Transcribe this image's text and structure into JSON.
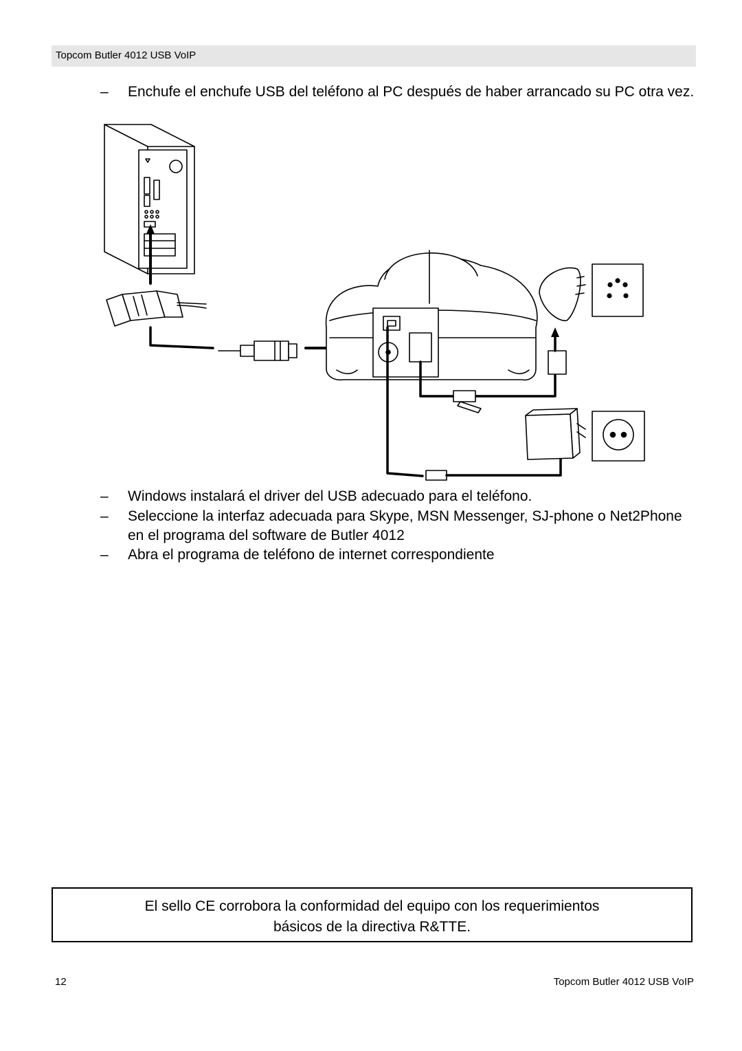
{
  "header": {
    "title": "Topcom Butler 4012 USB VoIP"
  },
  "bullets": [
    {
      "dash": "–",
      "text": "Enchufe el enchufe USB del teléfono al PC después de haber arrancado su PC otra vez."
    },
    {
      "dash": "–",
      "text": "Windows instalará el driver del USB adecuado para el teléfono."
    },
    {
      "dash": "–",
      "text": "Seleccione la interfaz adecuada para Skype, MSN Messenger, SJ-phone o Net2Phone en el programa del software de Butler 4012"
    },
    {
      "dash": "–",
      "text": "Abra el programa de teléfono de internet correspondiente"
    }
  ],
  "notice": {
    "line1": "El sello CE corrobora la conformidad del equipo con los requerimientos",
    "line2": "básicos de la directiva R&TTE."
  },
  "footer": {
    "page_number": "12",
    "title": "Topcom Butler 4012 USB VoIP"
  }
}
